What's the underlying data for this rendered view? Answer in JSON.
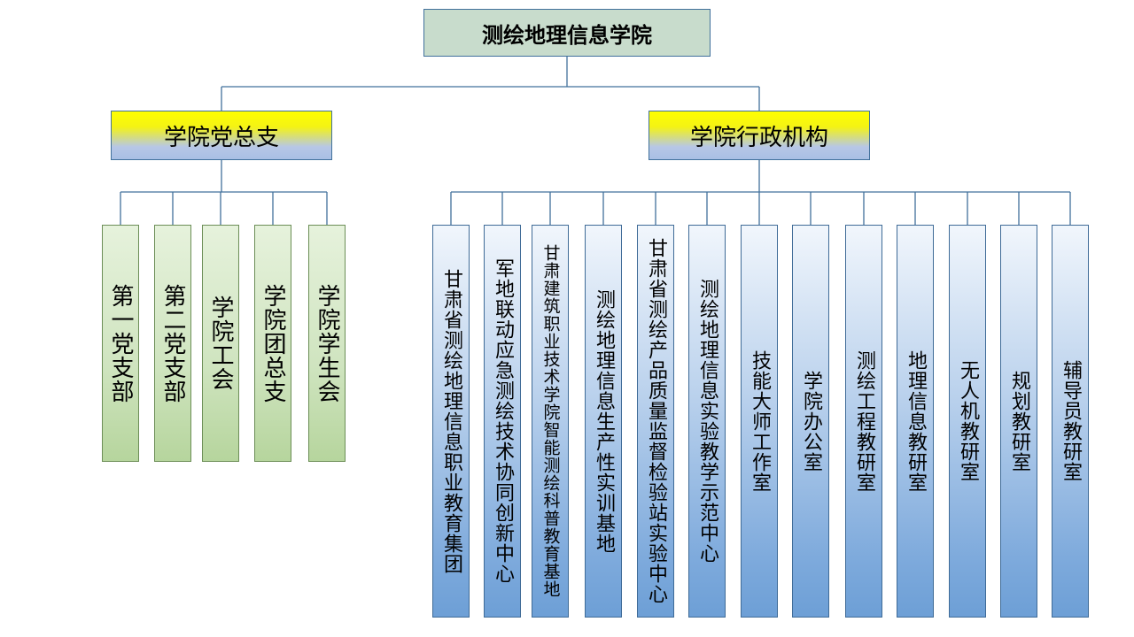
{
  "root": {
    "label": "测绘地理信息学院"
  },
  "branches": [
    {
      "label": "学院党总支",
      "children": [
        "第一党支部",
        "第二党支部",
        "学院工会",
        "学院团总支",
        "学院学生会"
      ]
    },
    {
      "label": "学院行政机构",
      "children": [
        "甘肃省测绘地理信息职业教育集团",
        "军地联动应急测绘技术协同创新中心",
        "甘肃建筑职业技术学院智能测绘科普教育基地",
        "测绘地理信息生产性实训基地",
        "甘肃省测绘产品质量监督检验站实验中心",
        "测绘地理信息实验教学示范中心",
        "技能大师工作室",
        "学院办公室",
        "测绘工程教研室",
        "地理信息教研室",
        "无人机教研室",
        "规划教研室",
        "辅导员教研室"
      ]
    }
  ],
  "colors": {
    "connector": "#41719c",
    "root_fill": "#c8dccc",
    "branch_top": "#ffff00",
    "branch_bottom": "#a9bfe4",
    "party_fill": "#cfe4bf",
    "admin_fill": "#7eaadc"
  }
}
